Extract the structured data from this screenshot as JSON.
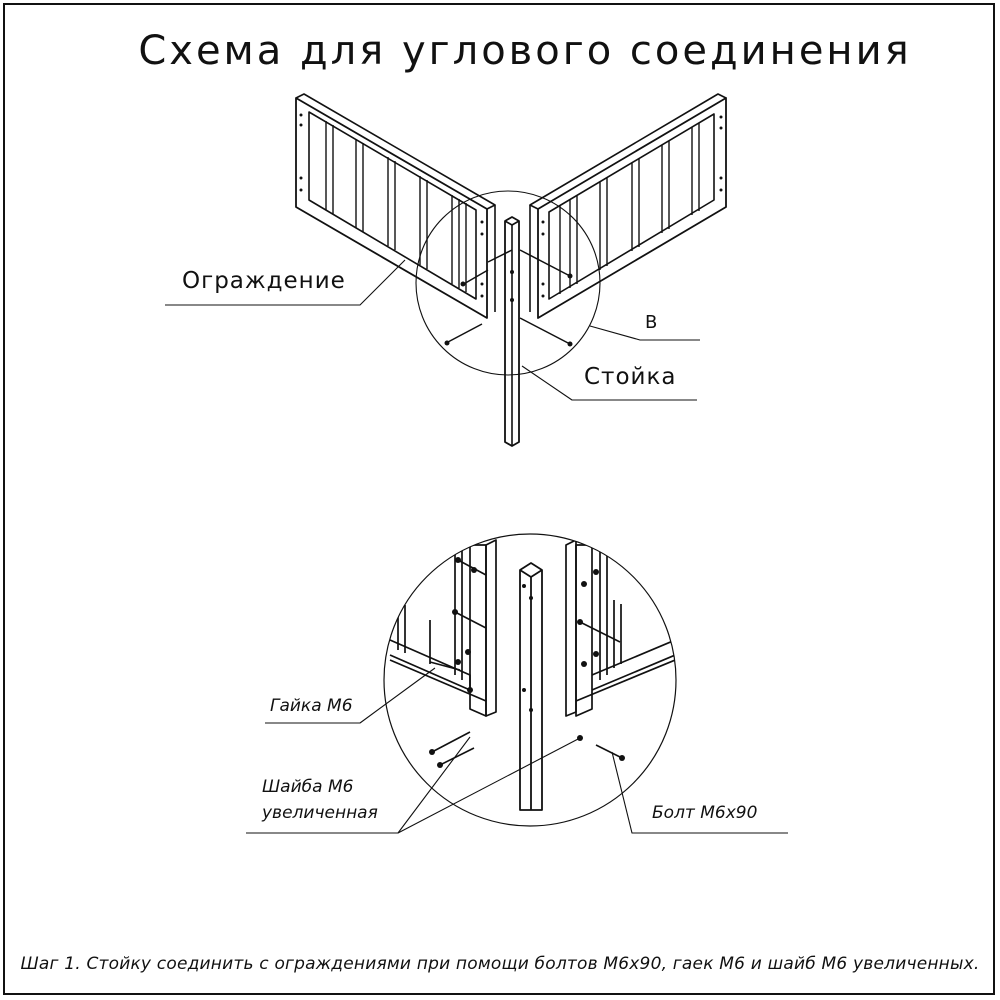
{
  "title": "Схема для углового соединения",
  "labels": {
    "fence": "Ограждение",
    "detail_marker": "В",
    "post": "Стойка",
    "nut": "Гайка М6",
    "washer_line1": "Шайба М6",
    "washer_line2": "увеличенная",
    "bolt": "Болт М6х90"
  },
  "caption": "Шаг 1. Стойку соединить с ограждениями при помощи болтов М6х90, гаек М6 и шайб М6 увеличенных."
}
